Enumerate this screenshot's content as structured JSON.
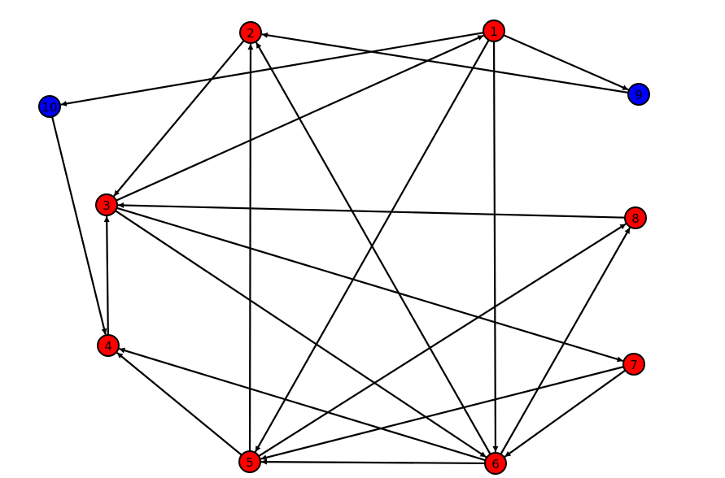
{
  "diagram": {
    "type": "directed-graph",
    "colors": {
      "red": "#ff0000",
      "blue": "#0000ff",
      "edge": "#000000"
    },
    "nodes": [
      {
        "id": "1",
        "label": "1",
        "color": "#ff0000"
      },
      {
        "id": "2",
        "label": "2",
        "color": "#ff0000"
      },
      {
        "id": "3",
        "label": "3",
        "color": "#ff0000"
      },
      {
        "id": "4",
        "label": "4",
        "color": "#ff0000"
      },
      {
        "id": "5",
        "label": "5",
        "color": "#ff0000"
      },
      {
        "id": "6",
        "label": "6",
        "color": "#ff0000"
      },
      {
        "id": "7",
        "label": "7",
        "color": "#ff0000"
      },
      {
        "id": "8",
        "label": "8",
        "color": "#ff0000"
      },
      {
        "id": "9",
        "label": "9",
        "color": "#0000ff"
      },
      {
        "id": "10",
        "label": "10",
        "color": "#0000ff"
      }
    ],
    "edges": [
      {
        "from": "1",
        "to": "9"
      },
      {
        "from": "9",
        "to": "2"
      },
      {
        "from": "1",
        "to": "10"
      },
      {
        "from": "3",
        "to": "1"
      },
      {
        "from": "2",
        "to": "3"
      },
      {
        "from": "1",
        "to": "5"
      },
      {
        "from": "1",
        "to": "6"
      },
      {
        "from": "10",
        "to": "4"
      },
      {
        "from": "4",
        "to": "3"
      },
      {
        "from": "8",
        "to": "3"
      },
      {
        "from": "3",
        "to": "7"
      },
      {
        "from": "3",
        "to": "6"
      },
      {
        "from": "6",
        "to": "2"
      },
      {
        "from": "5",
        "to": "2"
      },
      {
        "from": "5",
        "to": "8"
      },
      {
        "from": "6",
        "to": "8"
      },
      {
        "from": "6",
        "to": "4"
      },
      {
        "from": "5",
        "to": "4"
      },
      {
        "from": "6",
        "to": "5"
      },
      {
        "from": "7",
        "to": "5"
      },
      {
        "from": "7",
        "to": "6"
      }
    ]
  }
}
